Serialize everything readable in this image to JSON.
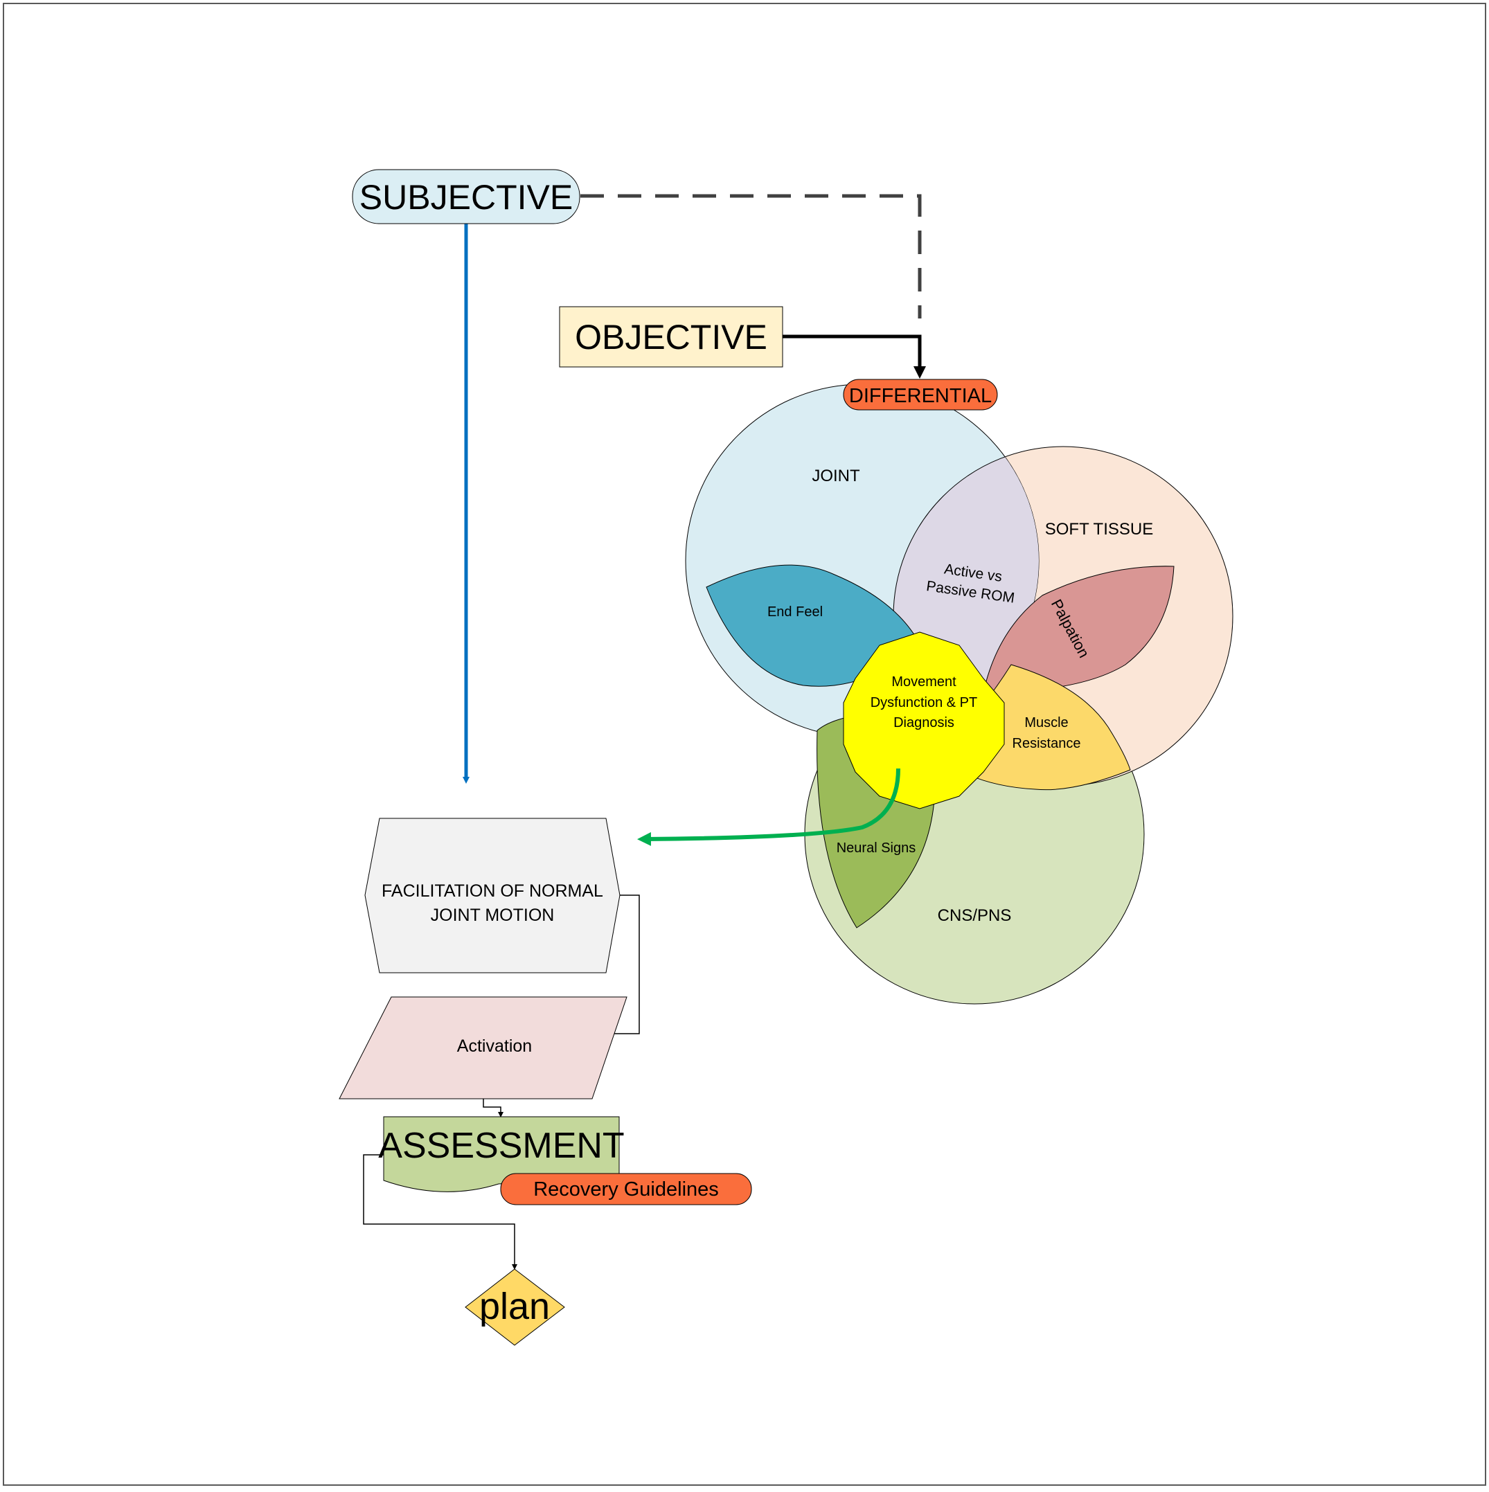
{
  "nodes": {
    "subjective": "SUBJECTIVE",
    "objective": "OBJECTIVE",
    "differential": "DIFFERENTIAL",
    "facilitation_line1": "FACILITATION OF NORMAL",
    "facilitation_line2": "JOINT MOTION",
    "activation": "Activation",
    "assessment": "ASSESSMENT",
    "recovery_guidelines": "Recovery Guidelines",
    "plan": "plan"
  },
  "venn": {
    "joint": "JOINT",
    "soft_tissue": "SOFT TISSUE",
    "cns_pns": "CNS/PNS",
    "end_feel": "End Feel",
    "active_passive_line1": "Active vs",
    "active_passive_line2": "Passive ROM",
    "palpation": "Palpation",
    "muscle_resistance_line1": "Muscle",
    "muscle_resistance_line2": "Resistance",
    "neural_signs": "Neural Signs",
    "center_line1": "Movement",
    "center_line2": "Dysfunction & PT",
    "center_line3": "Diagnosis"
  },
  "colors": {
    "subjective_fill": "#dbeef4",
    "objective_fill": "#fff2cc",
    "differential_fill": "#fa6e3c",
    "joint_fill": "#daedf3",
    "soft_tissue_fill": "#fbe6d7",
    "cns_fill": "#d7e4bd",
    "end_feel_fill": "#4bacc6",
    "active_passive_fill": "#ddd8e6",
    "palpation_fill": "#d99694",
    "muscle_resistance_fill": "#fcd96a",
    "neural_signs_fill": "#9bbb59",
    "center_fill": "#ffff00",
    "facilitation_fill": "#f2f2f2",
    "activation_fill": "#f2dcdb",
    "assessment_fill": "#c4d79b",
    "plan_fill": "#ffd966",
    "blue_arrow": "#0070c0",
    "green_arrow": "#00b050"
  }
}
